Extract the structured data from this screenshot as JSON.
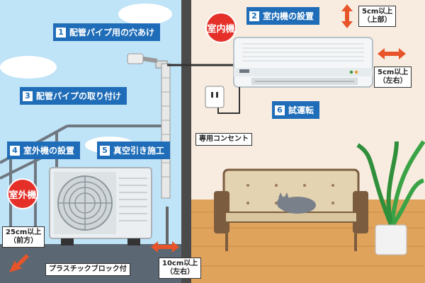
{
  "labels": {
    "step1": {
      "num": "1",
      "text": "配管パイプ用の穴あけ"
    },
    "step2": {
      "num": "2",
      "text": "室内機の設置"
    },
    "step3": {
      "num": "3",
      "text": "配管パイプの取り付け"
    },
    "step4": {
      "num": "4",
      "text": "室外機の設置"
    },
    "step5": {
      "num": "5",
      "text": "真空引き施工"
    },
    "step6": {
      "num": "6",
      "text": "試運転"
    }
  },
  "badges": {
    "indoor": "室内機",
    "outdoor": "室外機"
  },
  "notes": {
    "top": "5cm以上\n（上部）",
    "side": "5cm以上\n（左右）",
    "outlet": "専用コンセント",
    "front": "25cm以上\n（前方）",
    "block": "プラスチックブロック付",
    "outdoor_side": "10cm以上\n（左右）"
  },
  "colors": {
    "label": "#1f6db8",
    "badge": "#e5302a",
    "arrow": "#e8542a",
    "sky": "#bfe3f7",
    "wall": "#f8ece0",
    "floor": "#e0a35c"
  }
}
